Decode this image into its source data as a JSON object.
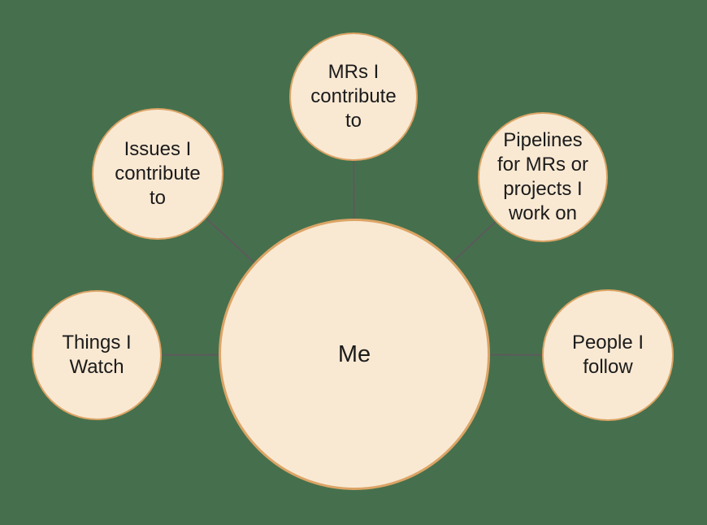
{
  "diagram": {
    "type": "mind-map",
    "nodes": {
      "me": {
        "label": "Me"
      },
      "mrs": {
        "label": "MRs I\ncontribute\nto"
      },
      "issues": {
        "label": "Issues I\ncontribute\nto"
      },
      "pipelines": {
        "label": "Pipelines\nfor MRs or\nprojects I\nwork on"
      },
      "things": {
        "label": "Things I\nWatch"
      },
      "people": {
        "label": "People I\nfollow"
      }
    },
    "connections": [
      {
        "from": "mrs",
        "to": "me"
      },
      {
        "from": "issues",
        "to": "me"
      },
      {
        "from": "pipelines",
        "to": "me"
      },
      {
        "from": "things",
        "to": "me"
      },
      {
        "from": "people",
        "to": "me"
      }
    ]
  },
  "colors": {
    "background": "#46704D",
    "node_fill": "#F9E9D3",
    "node_border": "#DCA465",
    "connector": "#5C5A5C",
    "text": "#1B1B1B"
  }
}
